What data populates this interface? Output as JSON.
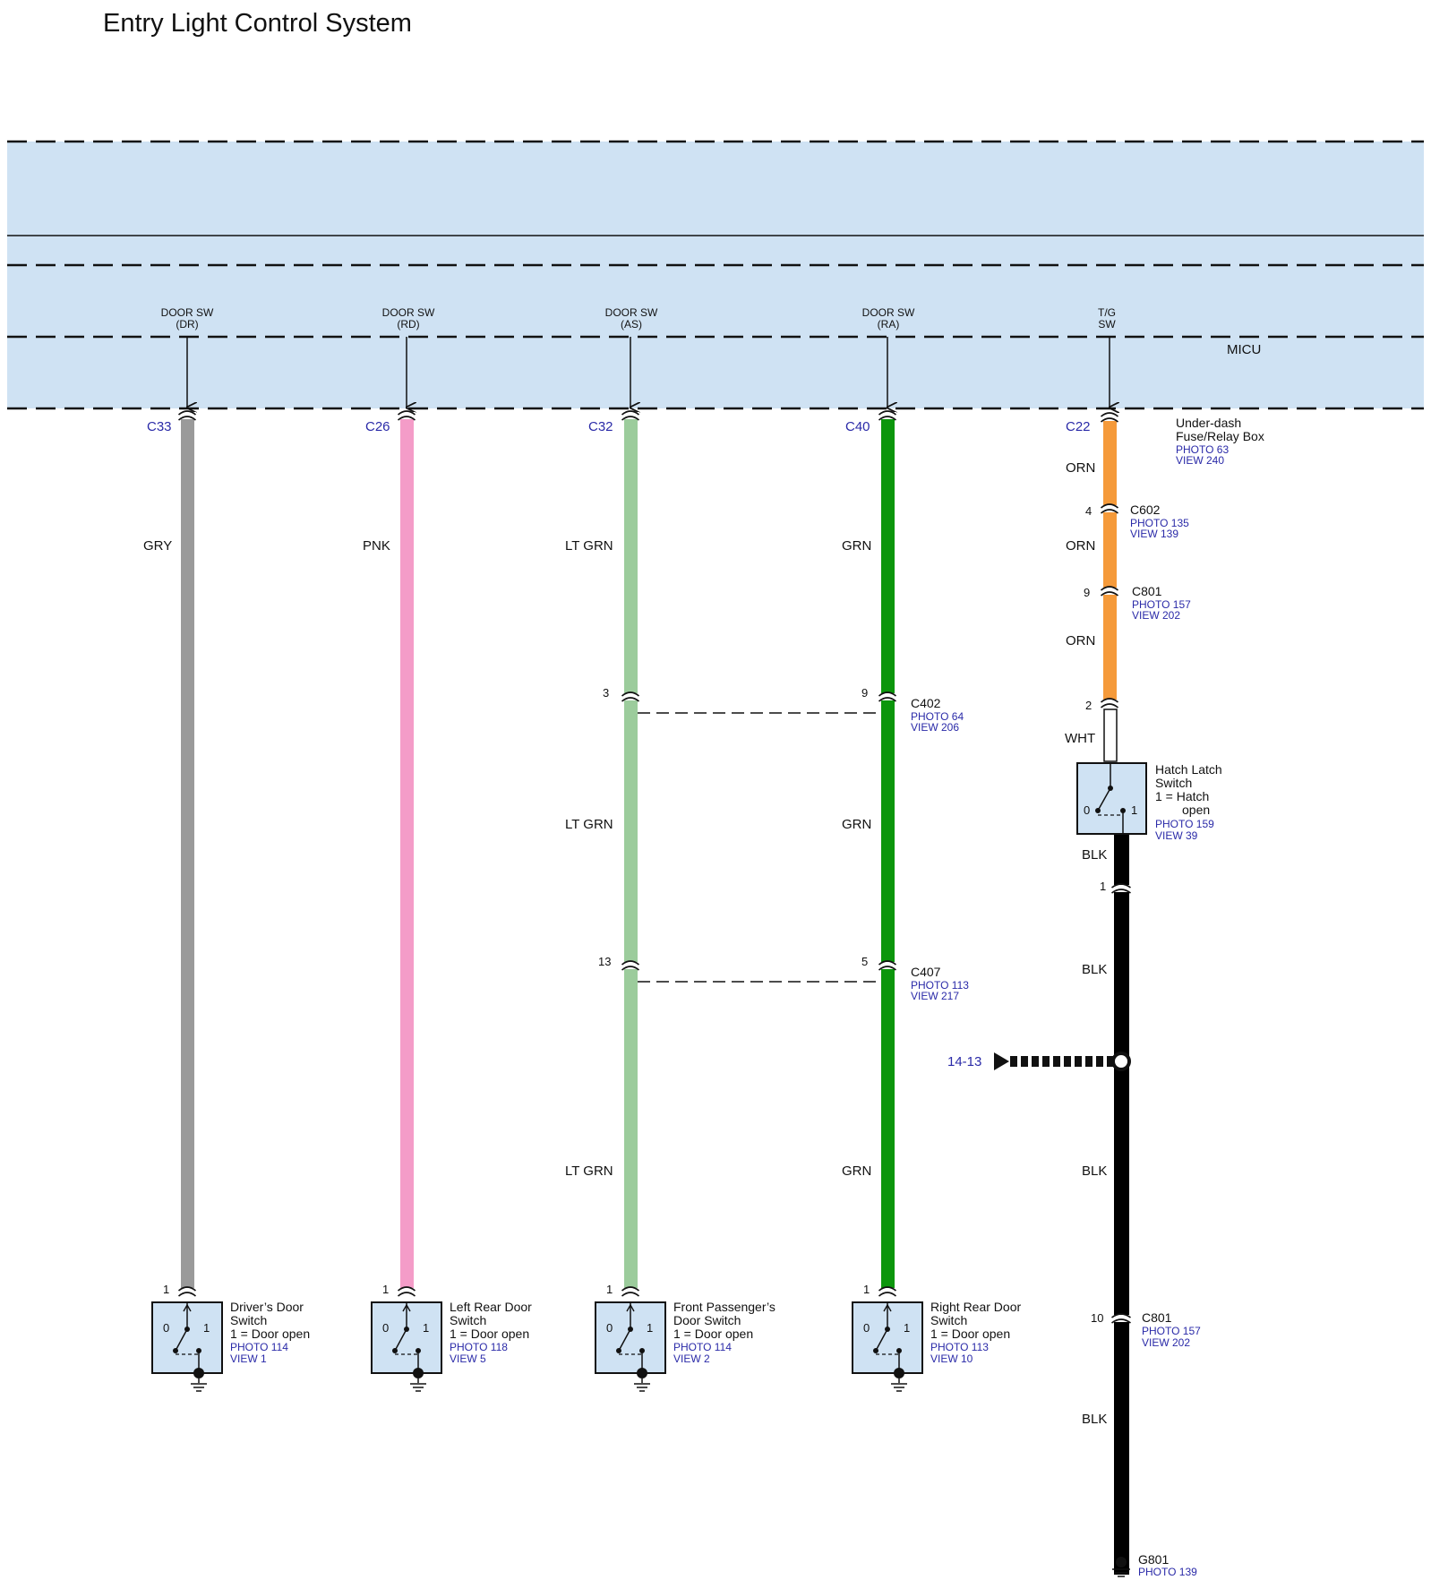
{
  "title": "Entry Light Control System",
  "micu": {
    "label": "MICU",
    "terminals": [
      {
        "line1": "DOOR SW",
        "line2": "(DR)"
      },
      {
        "line1": "DOOR SW",
        "line2": "(RD)"
      },
      {
        "line1": "DOOR SW",
        "line2": "(AS)"
      },
      {
        "line1": "DOOR SW",
        "line2": "(RA)"
      },
      {
        "line1": "T/G",
        "line2": "SW"
      }
    ]
  },
  "under_dash_box": {
    "line1": "Under-dash",
    "line2": "Fuse/Relay Box",
    "photo": "PHOTO 63",
    "view": "VIEW 240"
  },
  "circuits": [
    {
      "connector": "C33",
      "wire_color_label": "GRY",
      "wire_hex": "#9a9a9a",
      "pin_bottom": "1"
    },
    {
      "connector": "C26",
      "wire_color_label": "PNK",
      "wire_hex": "#f49cc8",
      "pin_bottom": "1"
    },
    {
      "connector": "C32",
      "wire_color_label": "LT GRN",
      "wire_hex": "#9ccc9c",
      "pin_bottom": "1"
    },
    {
      "connector": "C40",
      "wire_color_label": "GRN",
      "wire_hex": "#0c960c",
      "pin_bottom": "1"
    },
    {
      "connector": "C22",
      "wire_color_label": "ORN",
      "wire_hex": "#f59a3a"
    }
  ],
  "inline_connectors": [
    {
      "name": "C402",
      "photo": "PHOTO 64",
      "view": "VIEW 206",
      "pin_left": "3",
      "pin_right": "9"
    },
    {
      "name": "C407",
      "photo": "PHOTO 113",
      "view": "VIEW 217",
      "pin_left": "13",
      "pin_right": "5"
    }
  ],
  "tailgate": {
    "c602": {
      "pin": "4",
      "name": "C602",
      "photo": "PHOTO 135",
      "view": "VIEW 139"
    },
    "c801a": {
      "pin": "9",
      "name": "C801",
      "photo": "PHOTO 157",
      "view": "VIEW 202"
    },
    "pin_2": "2",
    "wht_label": "WHT",
    "hatch_switch": {
      "line1": "Hatch Latch",
      "line2": "Switch",
      "line3": "1 = Hatch",
      "line4": "open",
      "photo": "PHOTO 159",
      "view": "VIEW 39",
      "pos0": "0",
      "pos1": "1"
    },
    "blk_label": "BLK",
    "blk_hex": "#000000",
    "pin_1": "1",
    "splice_ref": "14-13",
    "c801b": {
      "pin": "10",
      "name": "C801",
      "photo": "PHOTO 157",
      "view": "VIEW 202"
    },
    "ground": {
      "name": "G801",
      "photo": "PHOTO 139"
    }
  },
  "switches": [
    {
      "line1": "Driver’s Door",
      "line2": "Switch",
      "line3": "1 = Door open",
      "photo": "PHOTO 114",
      "view": "VIEW 1",
      "pos0": "0",
      "pos1": "1"
    },
    {
      "line1": "Left Rear Door",
      "line2": "Switch",
      "line3": "1 = Door open",
      "photo": "PHOTO 118",
      "view": "VIEW 5",
      "pos0": "0",
      "pos1": "1"
    },
    {
      "line1": "Front Passenger’s",
      "line2": "Door Switch",
      "line3": "1 = Door open",
      "photo": "PHOTO 114",
      "view": "VIEW 2",
      "pos0": "0",
      "pos1": "1"
    },
    {
      "line1": "Right Rear Door",
      "line2": "Switch",
      "line3": "1 = Door open",
      "photo": "PHOTO 113",
      "view": "VIEW 10",
      "pos0": "0",
      "pos1": "1"
    }
  ]
}
